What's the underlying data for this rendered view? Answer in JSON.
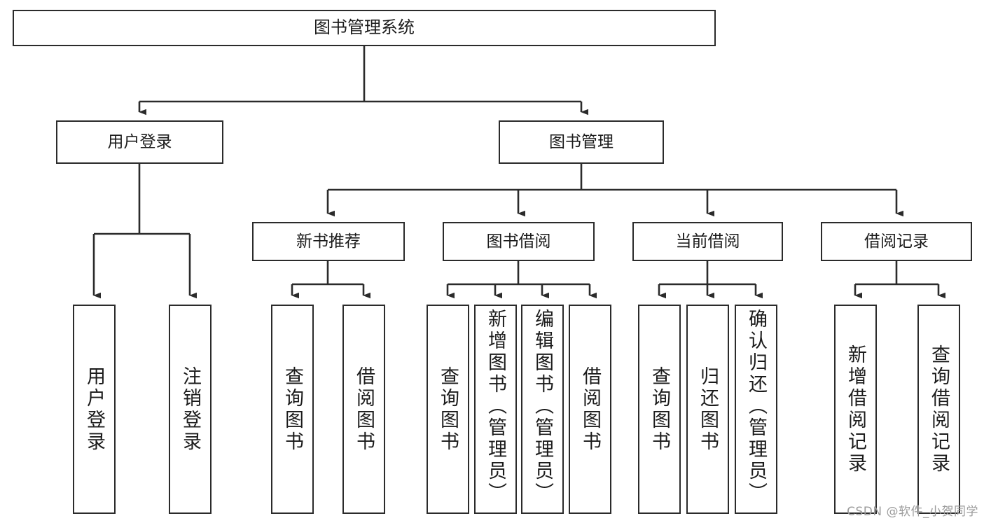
{
  "diagram": {
    "title": "图书管理系统",
    "type": "tree-hierarchy-chart",
    "colors": {
      "box_border": "#2b2b2b",
      "box_fill": "#ffffff",
      "line": "#2b2b2b",
      "text": "#1b1b1b",
      "watermark": "#9b9b9b"
    },
    "root": {
      "label": "图书管理系统"
    },
    "level1": [
      {
        "label": "用户登录"
      },
      {
        "label": "图书管理"
      }
    ],
    "level2": [
      {
        "label": "新书推荐"
      },
      {
        "label": "图书借阅"
      },
      {
        "label": "当前借阅"
      },
      {
        "label": "借阅记录"
      }
    ],
    "leaves": {
      "user_login": [
        {
          "label": "用户登录"
        },
        {
          "label": "注销登录"
        }
      ],
      "new_book_recommend": [
        {
          "label": "查询图书"
        },
        {
          "label": "借阅图书"
        }
      ],
      "book_borrow": [
        {
          "label": "查询图书"
        },
        {
          "label": "新增图书（管理员）"
        },
        {
          "label": "编辑图书（管理员）"
        },
        {
          "label": "借阅图书"
        }
      ],
      "current_borrow": [
        {
          "label": "查询图书"
        },
        {
          "label": "归还图书"
        },
        {
          "label": "确认归还（管理员）"
        }
      ],
      "borrow_record": [
        {
          "label": "新增借阅记录"
        },
        {
          "label": "查询借阅记录"
        }
      ]
    }
  },
  "watermark": {
    "text": "CSDN @软件_小贺同学"
  }
}
